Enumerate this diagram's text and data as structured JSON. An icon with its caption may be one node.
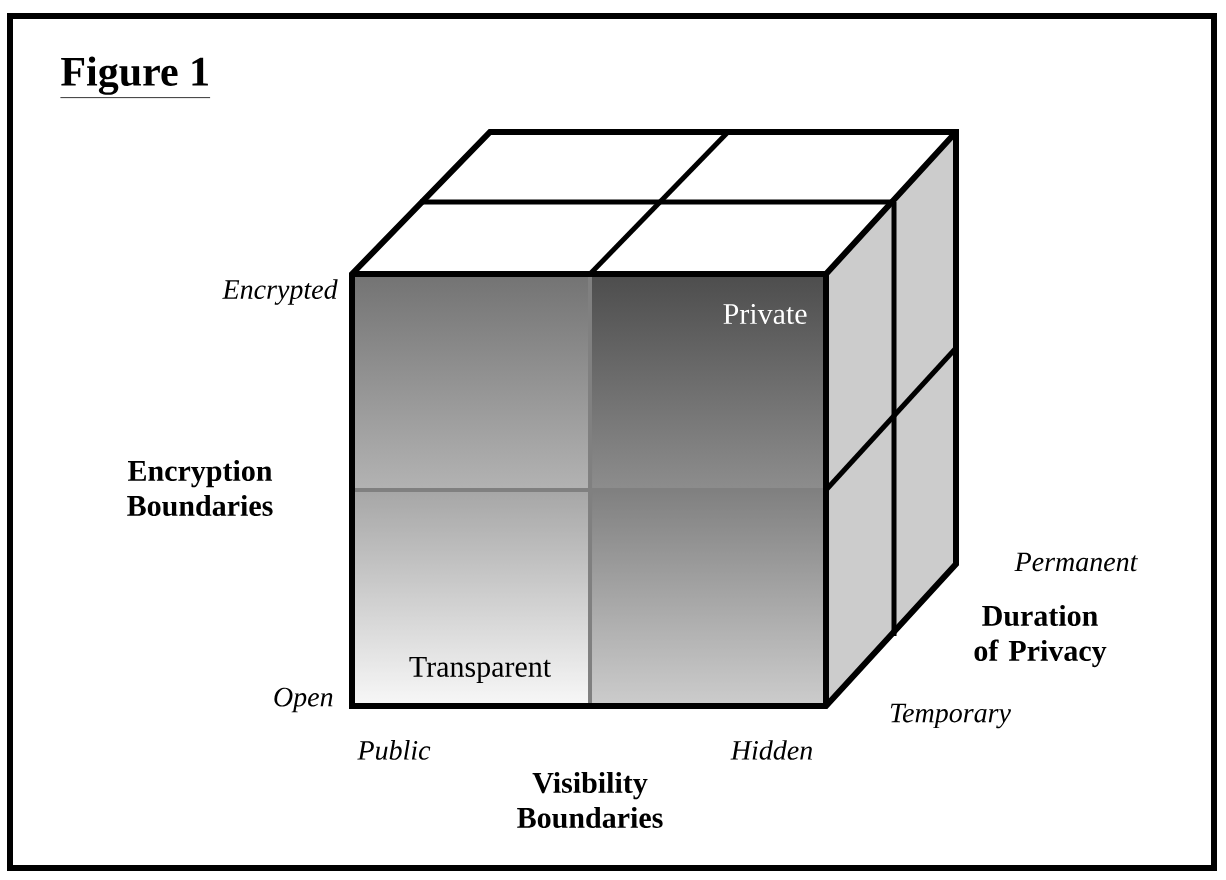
{
  "diagram": {
    "title": "Figure 1",
    "labels": [
      "Encrypted",
      "Private",
      "Encryption Boundaries",
      "Permanent",
      "Duration of Privacy",
      "Transparent",
      "Open",
      "Temporary",
      "Public",
      "Hidden",
      "Visibility Boundaries"
    ]
  }
}
